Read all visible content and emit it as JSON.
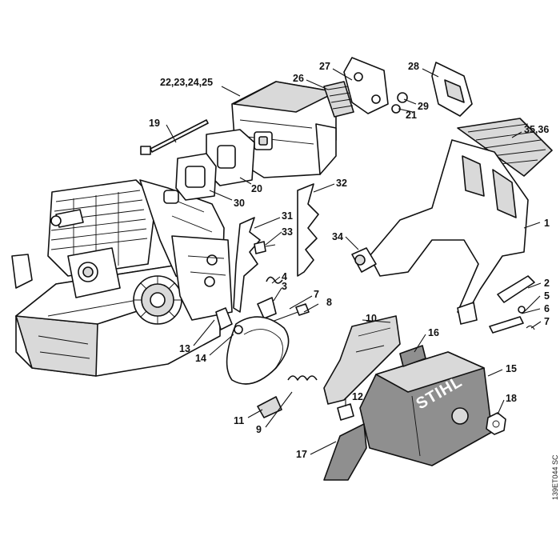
{
  "brand_text": "STIHL",
  "reference_code": "139ET044 SC",
  "callouts": {
    "c1": "1",
    "c2": "2",
    "c3": "3",
    "c4": "4",
    "c5": "5",
    "c6": "6",
    "c7a": "7",
    "c7b": "7",
    "c8": "8",
    "c9": "9",
    "c10": "10",
    "c11": "11",
    "c12": "12",
    "c13": "13",
    "c14": "14",
    "c15": "15",
    "c16": "16",
    "c17": "17",
    "c18": "18",
    "c19": "19",
    "c20": "20",
    "c21": "21",
    "c22": "22,23,24,25",
    "c26": "26",
    "c27": "27",
    "c28": "28",
    "c29": "29",
    "c30": "30",
    "c31": "31",
    "c32": "32",
    "c33": "33",
    "c34": "34",
    "c35": "35,36"
  }
}
